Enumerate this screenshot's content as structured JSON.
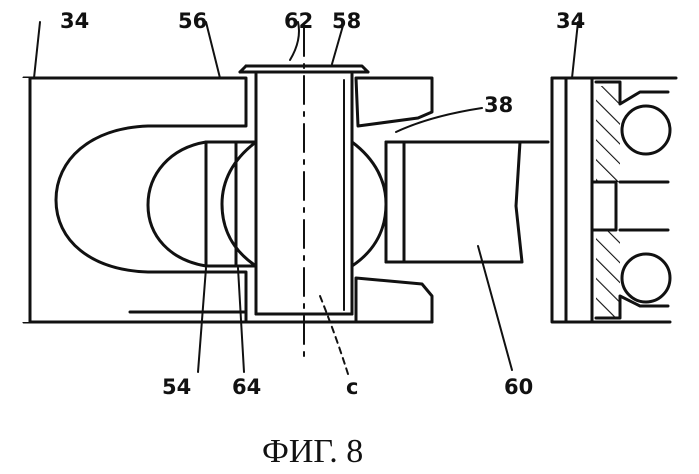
{
  "figure": {
    "caption": "ФИГ. 8",
    "labels": {
      "l34_left": "34",
      "l56": "56",
      "l62": "62",
      "l58": "58",
      "l34_right": "34",
      "l38": "38",
      "l54": "54",
      "l64": "64",
      "lc": "c",
      "l60": "60"
    }
  }
}
